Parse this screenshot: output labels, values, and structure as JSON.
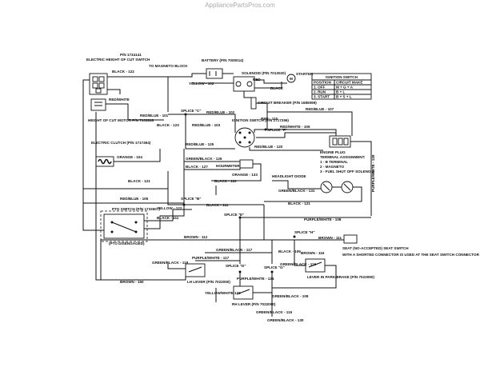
{
  "watermark": "AppliancePartsPros.com",
  "table": {
    "header": "IGNITION SWITCH",
    "rows": [
      {
        "pos": "POSITION",
        "circuit": "CIRCUIT MAKE"
      },
      {
        "pos": "1. OFF",
        "circuit": "M + G + A"
      },
      {
        "pos": "2. RUN",
        "circuit": "B + L"
      },
      {
        "pos": "3. START",
        "circuit": "B + S + L"
      }
    ]
  },
  "labels": {
    "hoc_switch": "ELECTRIC HEIGHT OF CUT SWITCH",
    "hoc_switch_pn": "P/N 1734141",
    "black_122": "BLACK - 122",
    "red_white": "RED/WHITE",
    "hoc_motor": "HEIGHT OF CUT MOTOR P/N 7103818",
    "clutch": "ELECTRIC CLUTCH (P/N 1717494)",
    "orange_104": "ORANGE - 104",
    "black_121a": "BLACK - 121",
    "black_123": "BLACK - 123",
    "red_blue_101": "RED/BLUE - 101",
    "red_blue_102": "RED/BLUE - 102",
    "red_blue_103": "RED/BLUE - 103",
    "red_blue_107": "RED/BLUE - 107",
    "red_blue_125": "RED/BLUE - 125",
    "to_magneto": "TO MAGNETO BLOCK",
    "battery": "BATTERY (P/N 7000014)",
    "yellow_102": "YELLOW - 102",
    "solenoid": "SOLENOID (P/N 7013020)",
    "red": "RED",
    "black": "BLACK",
    "starter": "STARTER",
    "breaker": "CIRCUIT BREAKER (P/N 1685099)",
    "ign_switch": "IGNITION SWITCH (P/N 1717296)",
    "red_110": "RED - 110",
    "red_white_106": "RED/WHITE - 106",
    "splice_c": "SPLICE \"C\"",
    "splice_f": "SPLICE \"F\"",
    "splice_b": "SPLICE \"B\"",
    "splice_e": "SPLICE \"E\"",
    "splice_d": "SPLICE \"D\"",
    "splice_h": "SPLICE \"H\"",
    "splice_g": "SPLICE \"G\"",
    "red_blue_120": "RED/BLUE - 120",
    "green_black_126": "GREEN/BLACK - 126",
    "hourmeter": "HOURMETER",
    "black_127": "BLACK - 127",
    "orange_133": "ORANGE - 133",
    "black_110": "BLACK - 110",
    "headlight": "HEADLIGHT DIODE",
    "green_black_131": "GREEN/BLACK - 131",
    "black_121b": "BLACK - 121",
    "black_111": "BLACK - 111",
    "purple_white_128": "PURPLE/WHITE - 128",
    "purple_white_108": "PURPLE/WHITE - 108",
    "engine_plug": "ENGINE PLUG",
    "terminal": "TERMINAL ASSIGNMENT:",
    "t1": "1 - B TERMINAL",
    "t2": "2 - MAGNETO",
    "t3": "3 - FUEL SHUT OFF SOLENOID",
    "red_blue_105": "RED/BLUE - 105",
    "pto_switch": "PTO SWITCH (P/N 1733507)",
    "yellow_122": "YELLOW - 122",
    "black_111b": "BLACK - 111",
    "pto_disengaged": "(PTO DISENGAGED)",
    "brown_112": "BROWN - 112",
    "brown_111": "BROWN - 111",
    "seat_switch": "SEAT (NO-ACCEPTED) SEAT SWITCH",
    "seat_note": "WITH A SHORTED CONNECTOR IS USED AT THE SEAT SWITCH CONNECTOR",
    "green_black_118": "GREEN/BLACK - 118",
    "lh_lever": "LH LEVER (P/N 7022050)",
    "purple_white_117": "PURPLE/WHITE - 117",
    "green_black_117": "GREEN/BLACK - 117",
    "green_black_116": "GREEN/BLACK - 116",
    "lever_park": "LEVER IN PARK/BRAKE (P/N 7023090)",
    "brown_116": "BROWN - 116",
    "yellow_white_133": "YELLOW/WHITE 133",
    "purple_white_124": "PURPLE/WHITE - 124",
    "rh_lever": "RH LEVER (P/N 7022050)",
    "green_black_115": "GREEN/BLACK - 115",
    "brown_150": "BROWN - 150",
    "black_109": "BLACK - 109",
    "green_black_109": "GREEN/BLACK - 109",
    "green_black_130": "GREEN/BLACK - 130"
  }
}
